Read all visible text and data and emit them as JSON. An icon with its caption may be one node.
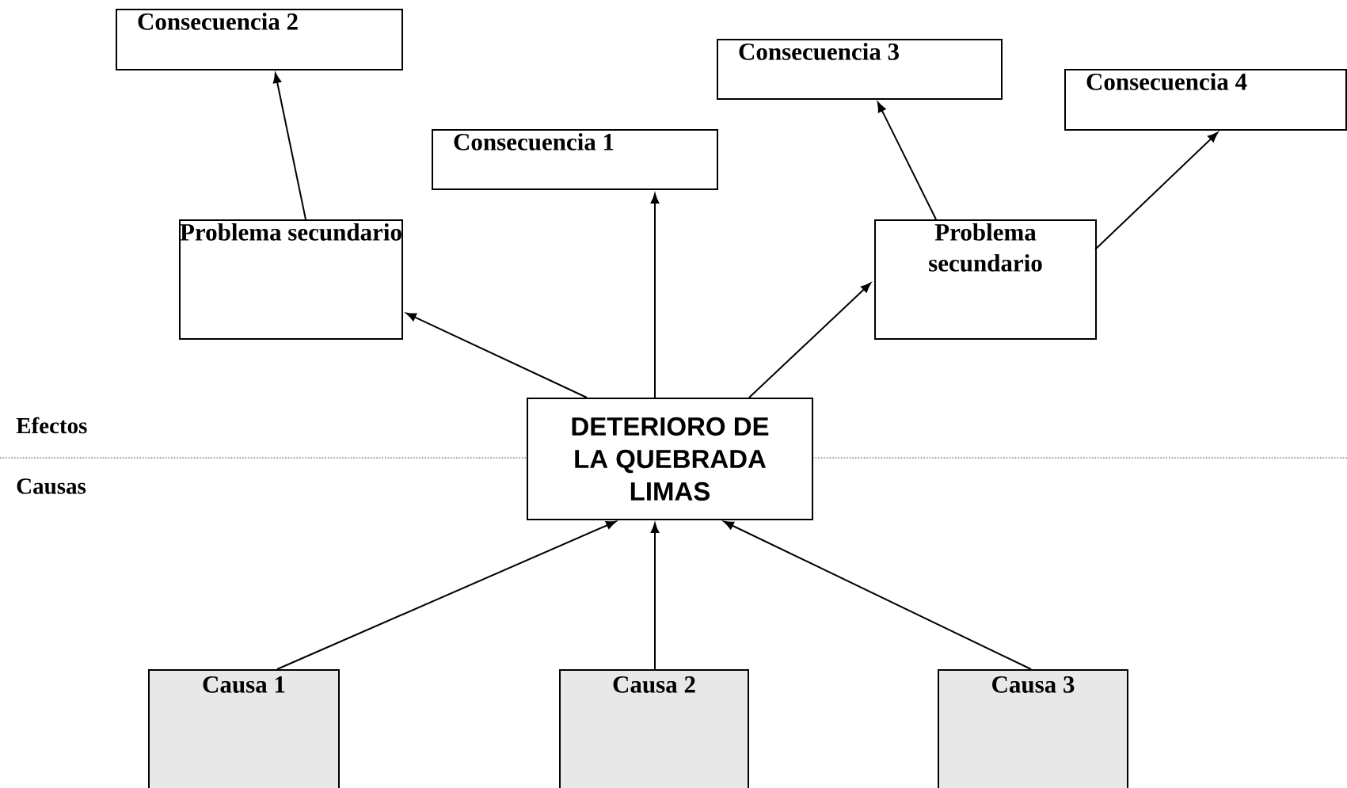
{
  "diagram": {
    "nodes": [
      {
        "text": [
          "Consecuencia 2"
        ]
      },
      {
        "text": [
          "Consecuencia 1"
        ]
      },
      {
        "text": [
          "Consecuencia 3"
        ]
      },
      {
        "text": [
          "Consecuencia 4"
        ]
      },
      {
        "text": [
          "Problema secundario"
        ]
      },
      {
        "text": [
          "Problema secundario"
        ]
      },
      {
        "text": [
          "DETERIORO DE LA QUEBRADA LIMAS"
        ]
      },
      {
        "text": [
          "Causa 1"
        ]
      },
      {
        "text": [
          "Causa 2"
        ]
      },
      {
        "text": [
          "Causa 3"
        ]
      }
    ],
    "edges": [
      {
        "from": 6,
        "to": 4,
        "arrow": "to"
      },
      {
        "from": 6,
        "to": 1,
        "arrow": "to"
      },
      {
        "from": 6,
        "to": 5,
        "arrow": "to"
      },
      {
        "from": 4,
        "to": 0,
        "arrow": "to"
      },
      {
        "from": 5,
        "to": 2,
        "arrow": "to"
      },
      {
        "from": 5,
        "to": 3,
        "arrow": "to"
      },
      {
        "from": 7,
        "to": 6,
        "arrow": "to"
      },
      {
        "from": 8,
        "to": 6,
        "arrow": "to"
      },
      {
        "from": 9,
        "to": 6,
        "arrow": "to"
      }
    ],
    "labels": [
      "Efectos",
      "Causas"
    ]
  }
}
